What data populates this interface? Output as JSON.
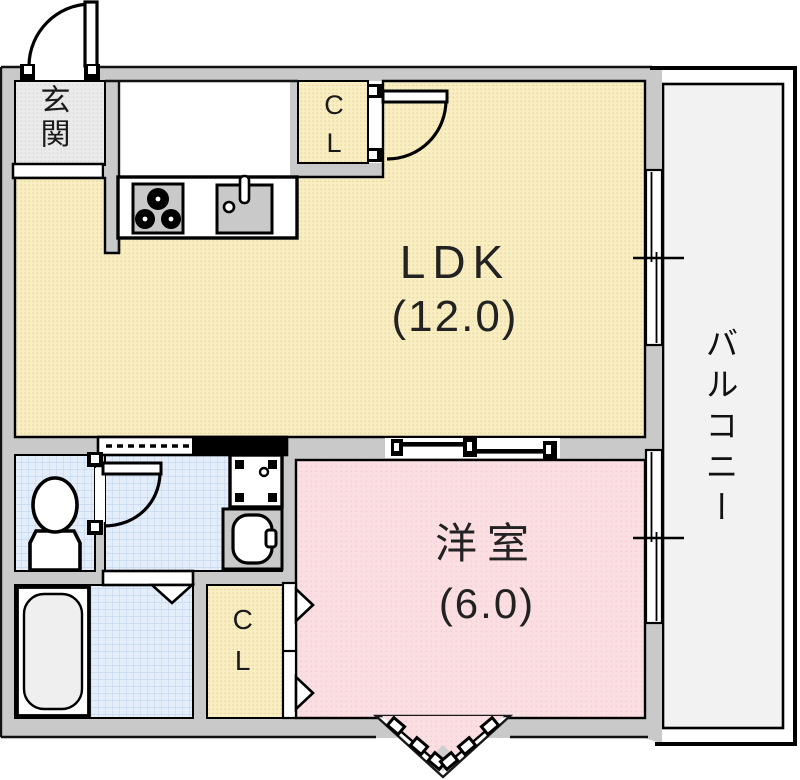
{
  "rooms": {
    "genkan": {
      "label": "玄関"
    },
    "closet_top": {
      "label": "CL"
    },
    "ldk": {
      "label": "LDK",
      "size": "(12.0)"
    },
    "western_room": {
      "label": "洋室",
      "size": "(6.0)"
    },
    "closet_bottom": {
      "label": "CL"
    },
    "balcony": {
      "label": "バルコニー"
    }
  },
  "colors": {
    "ldk_fill": "#f9eec1",
    "western_room_fill": "#fbdee2",
    "wet_area_fill": "#e3edf9",
    "genkan_fill": "#e9e9e9",
    "balcony_fill": "#f2f2f2",
    "wall": "#c9c9c9",
    "line": "#000000"
  }
}
